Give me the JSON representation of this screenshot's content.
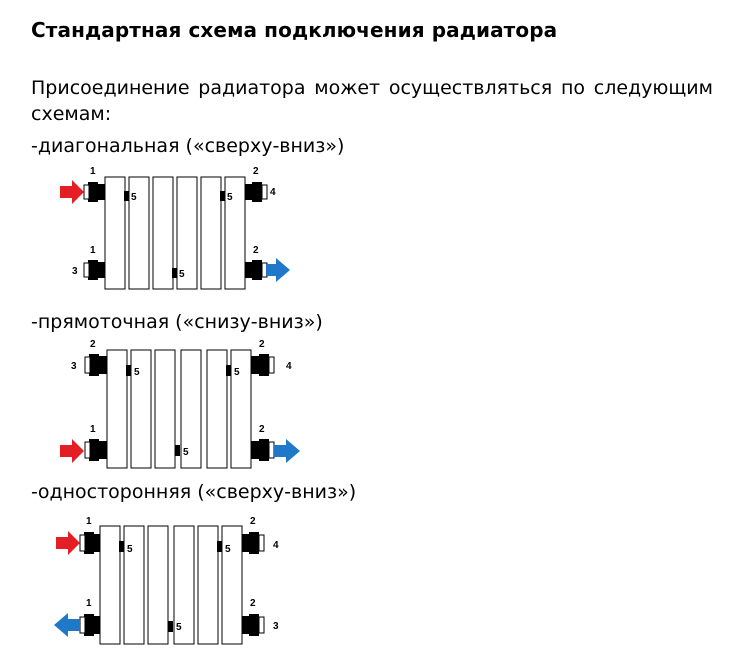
{
  "heading": "Стандартная схема подключения радиатора",
  "intro_line1": "Присоединение радиатора может осуществляться по следующим",
  "intro_line2": "схемам:",
  "colors": {
    "supply_arrow": "#e31e24",
    "return_arrow": "#1f78c8",
    "outline": "#000000"
  },
  "schemes": [
    {
      "label": "-диагональная («сверху-вниз»)",
      "tl": "1",
      "tr": "2",
      "bl": "1",
      "br": "2",
      "tl_side": "",
      "tr_side": "4",
      "bl_side": "3",
      "br_side": "",
      "m_top_left": "5",
      "m_top_right": "5",
      "m_bottom": "5",
      "arrows": {
        "top_left": "supply-in",
        "bottom_right": "return-out"
      }
    },
    {
      "label": "-прямоточная («снизу-вниз»)",
      "tl": "2",
      "tr": "2",
      "bl": "1",
      "br": "2",
      "tl_side": "3",
      "tr_side": "4",
      "bl_side": "",
      "br_side": "",
      "m_top_left": "5",
      "m_top_right": "5",
      "m_bottom": "5",
      "arrows": {
        "bottom_left": "supply-in",
        "bottom_right": "return-out"
      }
    },
    {
      "label": "-односторонняя («сверху-вниз»)",
      "tl": "1",
      "tr": "2",
      "bl": "1",
      "br": "2",
      "tl_side": "",
      "tr_side": "4",
      "bl_side": "",
      "br_side": "3",
      "m_top_left": "5",
      "m_top_right": "5",
      "m_bottom": "5",
      "arrows": {
        "top_left": "supply-in",
        "bottom_left": "return-out"
      }
    }
  ]
}
